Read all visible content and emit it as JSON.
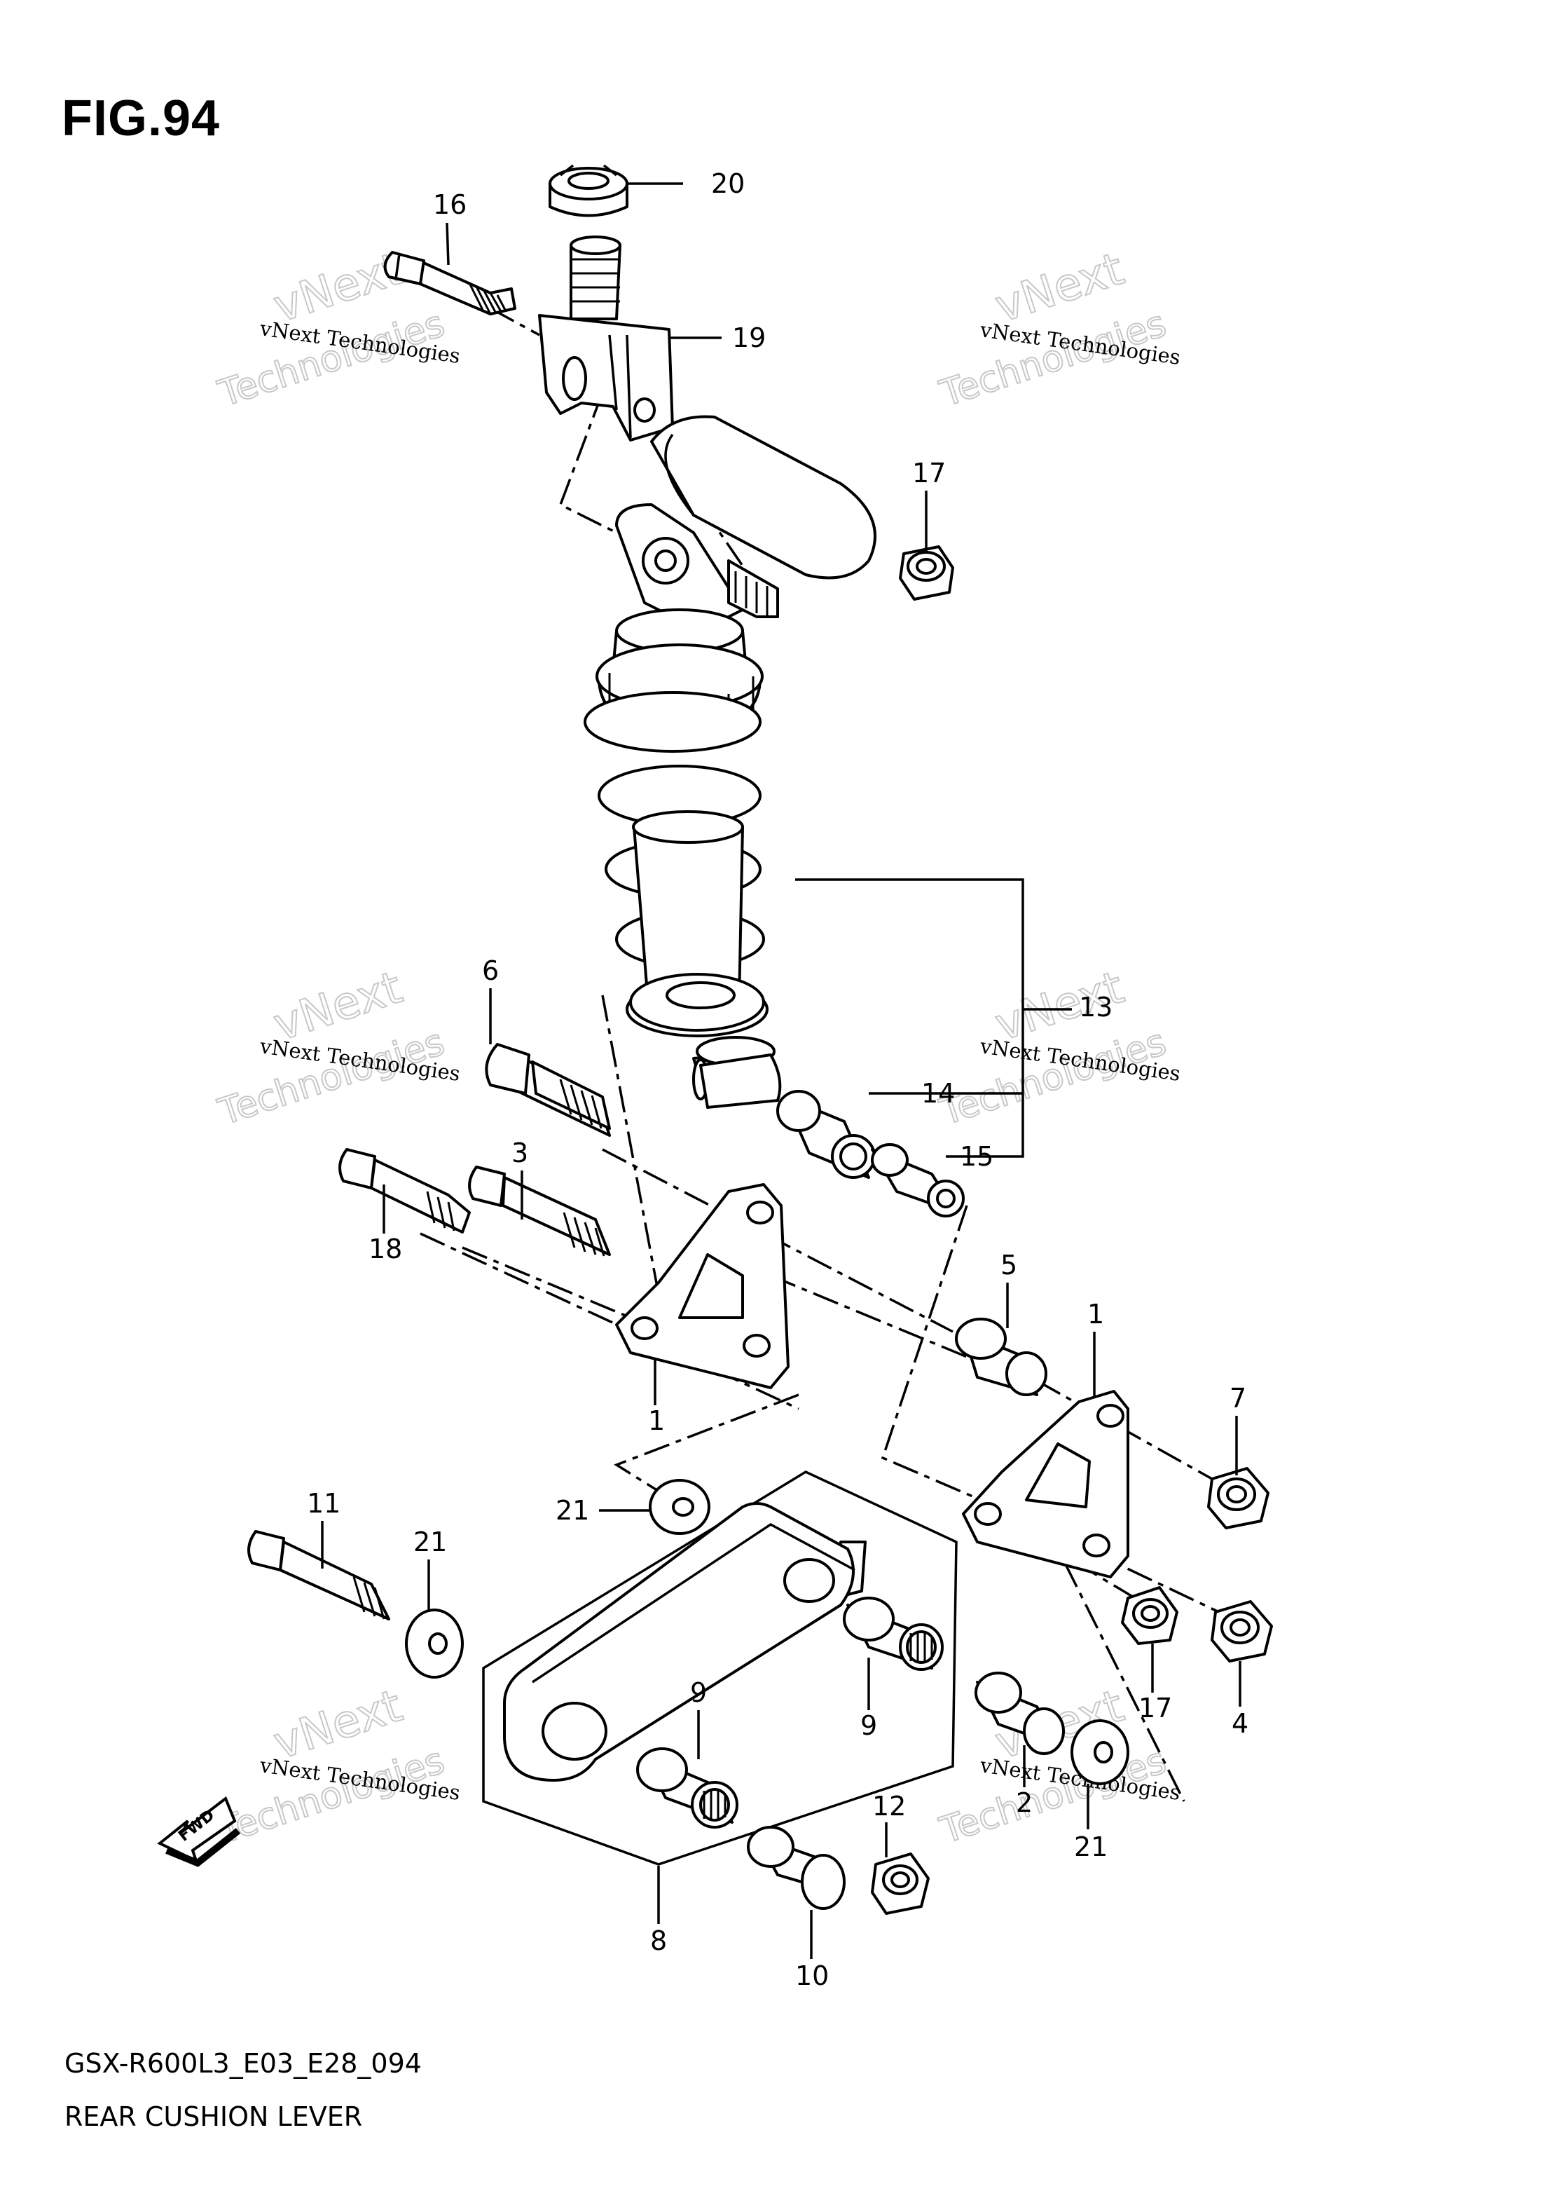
{
  "figure": {
    "title": "FIG.94",
    "code": "GSX-R600L3_E03_E28_094",
    "name": "REAR CUSHION LEVER"
  },
  "watermark": {
    "line1": "vNext Technologies",
    "line2": "vNext",
    "line3": "Technologies"
  },
  "fwd_label": "FWD",
  "callouts": [
    "20",
    "16",
    "19",
    "17",
    "13",
    "6",
    "14",
    "3",
    "15",
    "18",
    "5",
    "1",
    "1",
    "7",
    "11",
    "21",
    "21",
    "9",
    "9",
    "17",
    "4",
    "2",
    "12",
    "21",
    "8",
    "10"
  ]
}
